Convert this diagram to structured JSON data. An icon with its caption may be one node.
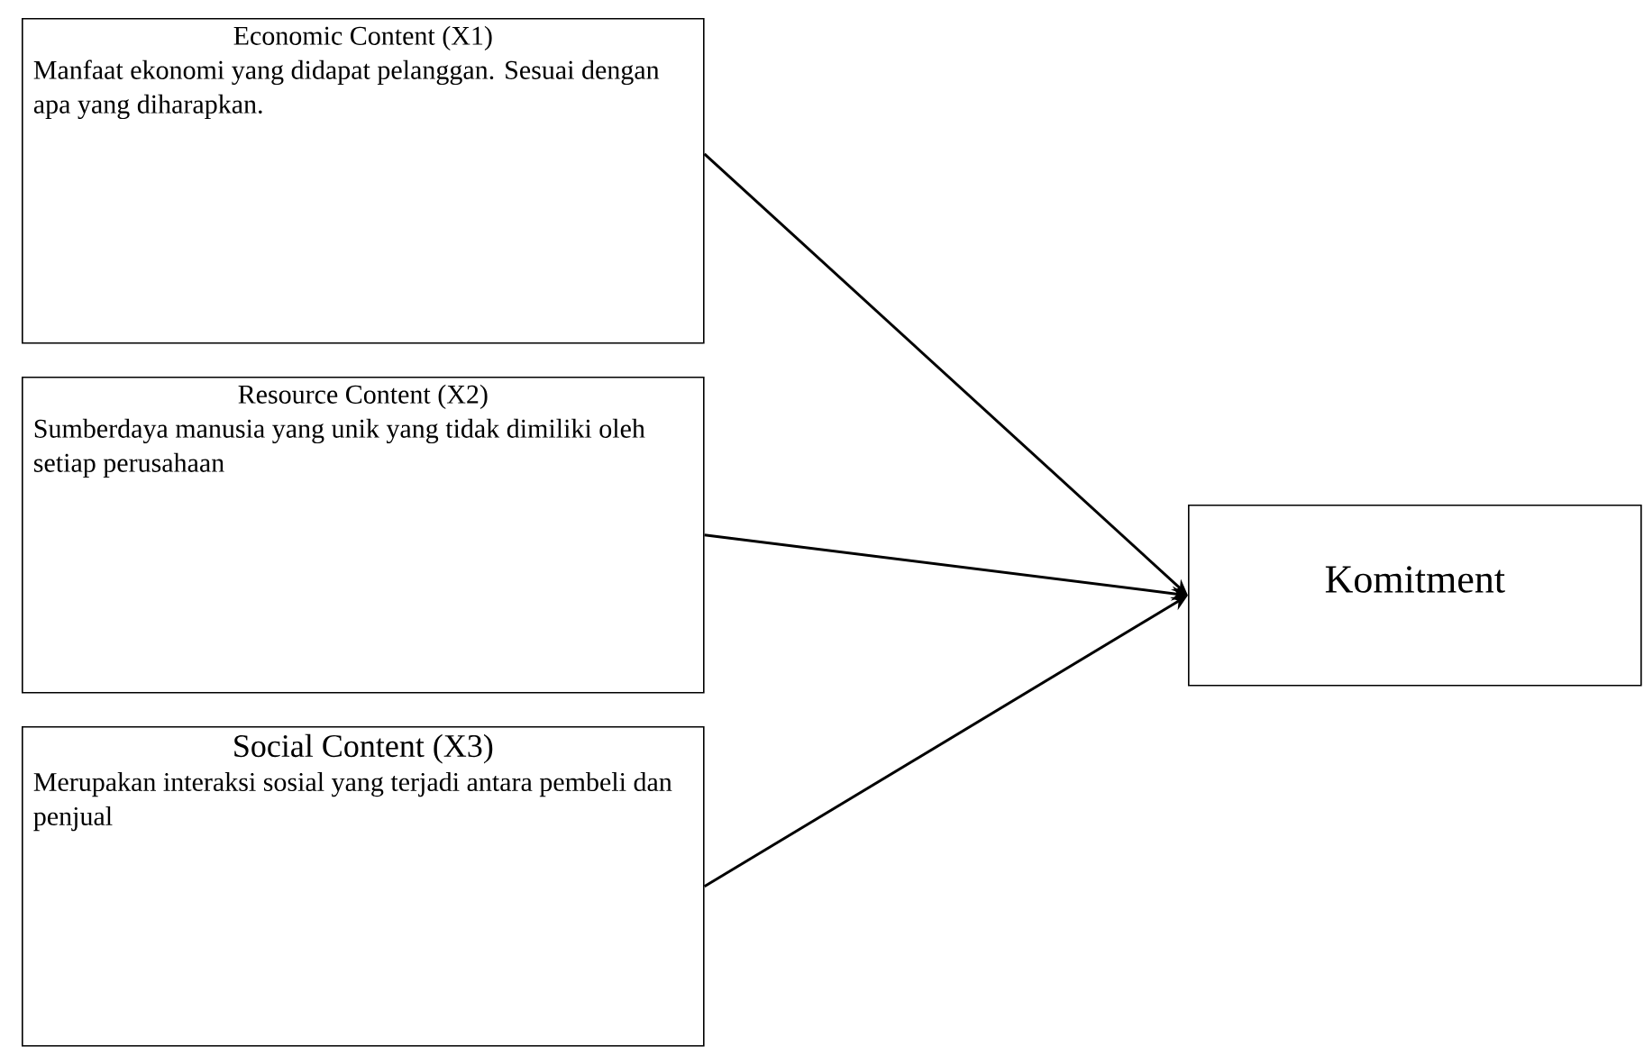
{
  "diagram": {
    "nodes": [
      {
        "text": [
          "Economic Content (X1)",
          "Manfaat ekonomi yang didapat pelanggan. Sesuai dengan apa yang diharapkan."
        ]
      },
      {
        "text": [
          "Resource Content (X2)",
          "Sumberdaya manusia yang unik yang tidak dimiliki oleh setiap perusahaan"
        ]
      },
      {
        "text": [
          "Social Content (X3)",
          "Merupakan interaksi sosial yang terjadi antara pembeli dan penjual"
        ]
      },
      {
        "text": [
          "Komitment"
        ]
      }
    ],
    "edges": [
      {
        "from": 0,
        "to": 3,
        "arrow": "to"
      },
      {
        "from": 1,
        "to": 3,
        "arrow": "to"
      },
      {
        "from": 2,
        "to": 3,
        "arrow": "to"
      }
    ]
  }
}
